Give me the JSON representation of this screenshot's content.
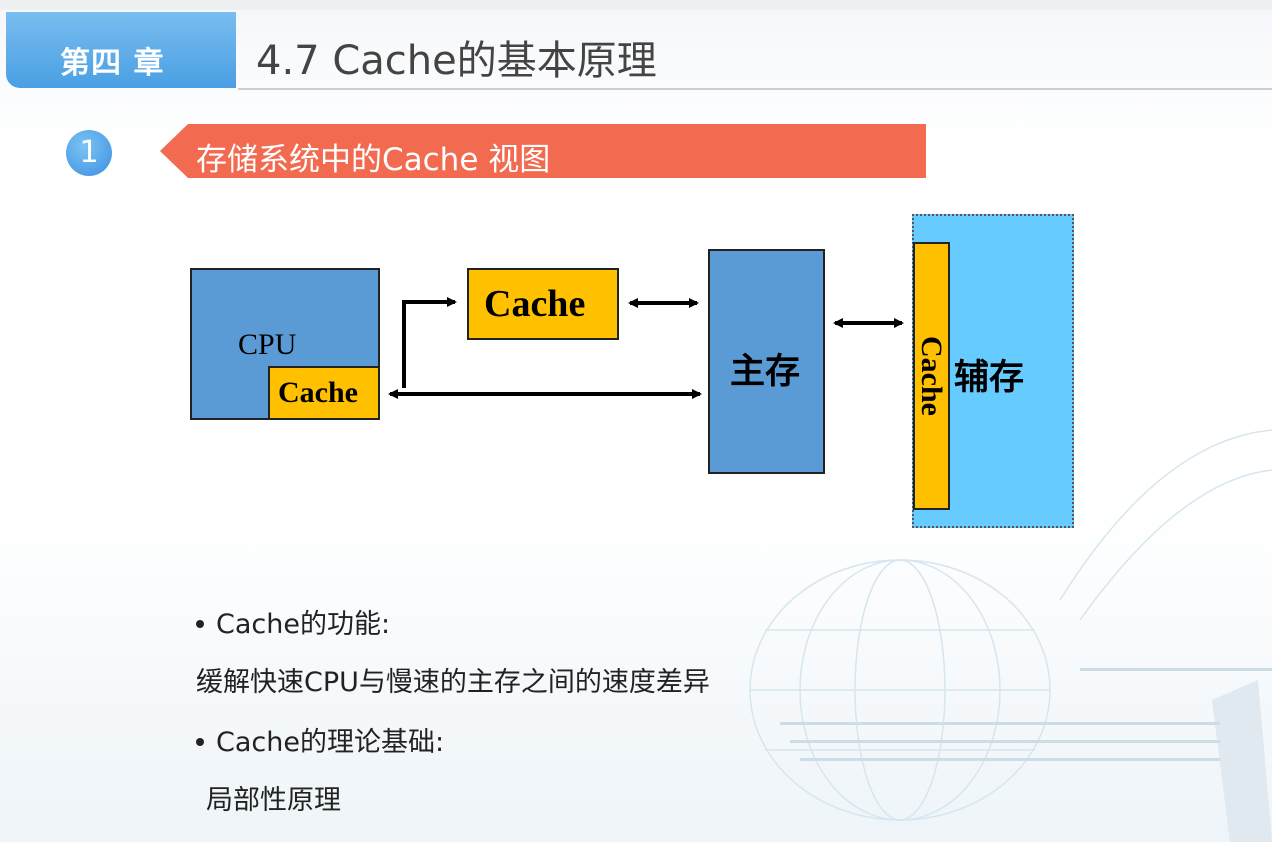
{
  "header": {
    "chapter": "第四 章",
    "title": "4.7 Cache的基本原理"
  },
  "section": {
    "number": "1",
    "title": "存储系统中的Cache  视图"
  },
  "diagram": {
    "cpu_label": "CPU",
    "cpu_cache_label": "Cache",
    "cache_label": "Cache",
    "main_memory_label": "主存",
    "aux_cache_label": "Cache",
    "aux_memory_label": "辅存"
  },
  "content": {
    "items": [
      "Cache的功能:",
      "缓解快速CPU与慢速的主存之间的速度差异",
      "Cache的理论基础:",
      "局部性原理"
    ]
  },
  "colors": {
    "chapter_tab": "#4a9fe3",
    "section_banner": "#f26a50",
    "cpu_blue": "#5b9bd5",
    "cache_yellow": "#ffc000",
    "aux_blue": "#66ccff"
  }
}
